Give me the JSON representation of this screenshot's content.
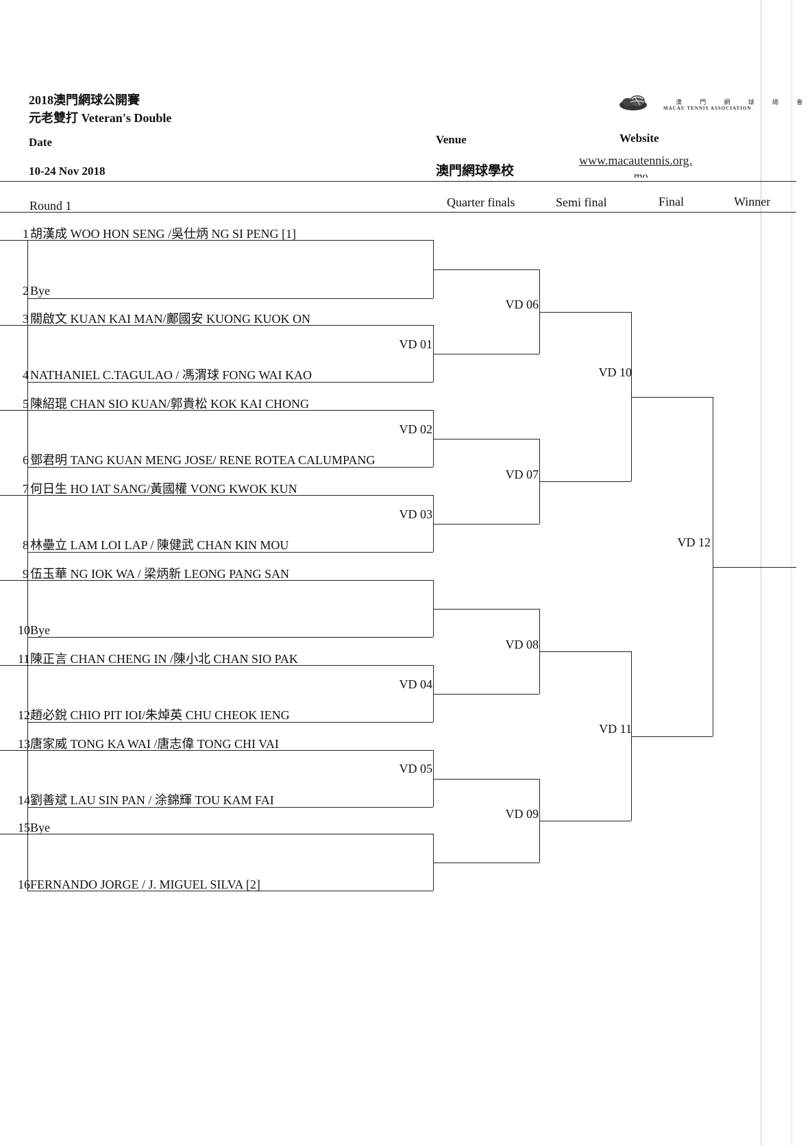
{
  "header": {
    "title_line1": "2018澳門網球公開賽",
    "title_line2": "元老雙打 Veteran's Double",
    "date_label": "Date",
    "date_value": "10-24 Nov 2018",
    "venue_label": "Venue",
    "venue_value": "澳門網球學校",
    "website_label": "Website",
    "website_line1": "www.macautennis.org.",
    "website_line2": "mo",
    "logo_cn": "澳 門 網 球 總 會",
    "logo_en": "MACAU TENNIS ASSOCIATION"
  },
  "rounds": {
    "r1": "Round 1",
    "qf": "Quarter finals",
    "sf": "Semi final",
    "f": "Final",
    "w": "Winner"
  },
  "players": [
    {
      "num": "1",
      "name": "胡漢成 WOO HON SENG /吳仕炳 NG SI PENG [1]"
    },
    {
      "num": "2",
      "name": "Bye"
    },
    {
      "num": "3",
      "name": "關啟文 KUAN KAI MAN/鄺國安 KUONG KUOK ON"
    },
    {
      "num": "4",
      "name": "NATHANIEL C.TAGULAO / 馮渭球 FONG WAI KAO"
    },
    {
      "num": "5",
      "name": "陳紹琨 CHAN SIO KUAN/郭貴松 KOK KAI CHONG"
    },
    {
      "num": "6",
      "name": "鄧君明 TANG KUAN MENG JOSE/ RENE ROTEA CALUMPANG"
    },
    {
      "num": "7",
      "name": "何日生 HO IAT SANG/黃國權 VONG KWOK KUN"
    },
    {
      "num": "8",
      "name": "林壘立 LAM LOI LAP / 陳健武 CHAN KIN MOU"
    },
    {
      "num": "9",
      "name": "伍玉華 NG IOK WA / 梁炳新 LEONG PANG SAN"
    },
    {
      "num": "10",
      "name": "Bye"
    },
    {
      "num": "11",
      "name": "陳正言 CHAN CHENG IN /陳小北 CHAN SIO PAK"
    },
    {
      "num": "12",
      "name": "趙必銳 CHIO PIT IOI/朱焯英 CHU CHEOK IENG"
    },
    {
      "num": "13",
      "name": "唐家威 TONG KA WAI /唐志偉 TONG CHI VAI"
    },
    {
      "num": "14",
      "name": "劉善斌 LAU SIN PAN / 涂錦輝 TOU KAM FAI"
    },
    {
      "num": "15",
      "name": "Bye"
    },
    {
      "num": "16",
      "name": "FERNANDO JORGE / J. MIGUEL  SILVA [2]"
    }
  ],
  "matches": {
    "vd01": "VD 01",
    "vd02": "VD 02",
    "vd03": "VD 03",
    "vd04": "VD 04",
    "vd05": "VD 05",
    "vd06": "VD 06",
    "vd07": "VD 07",
    "vd08": "VD 08",
    "vd09": "VD 09",
    "vd10": "VD 10",
    "vd11": "VD 11",
    "vd12": "VD 12"
  }
}
